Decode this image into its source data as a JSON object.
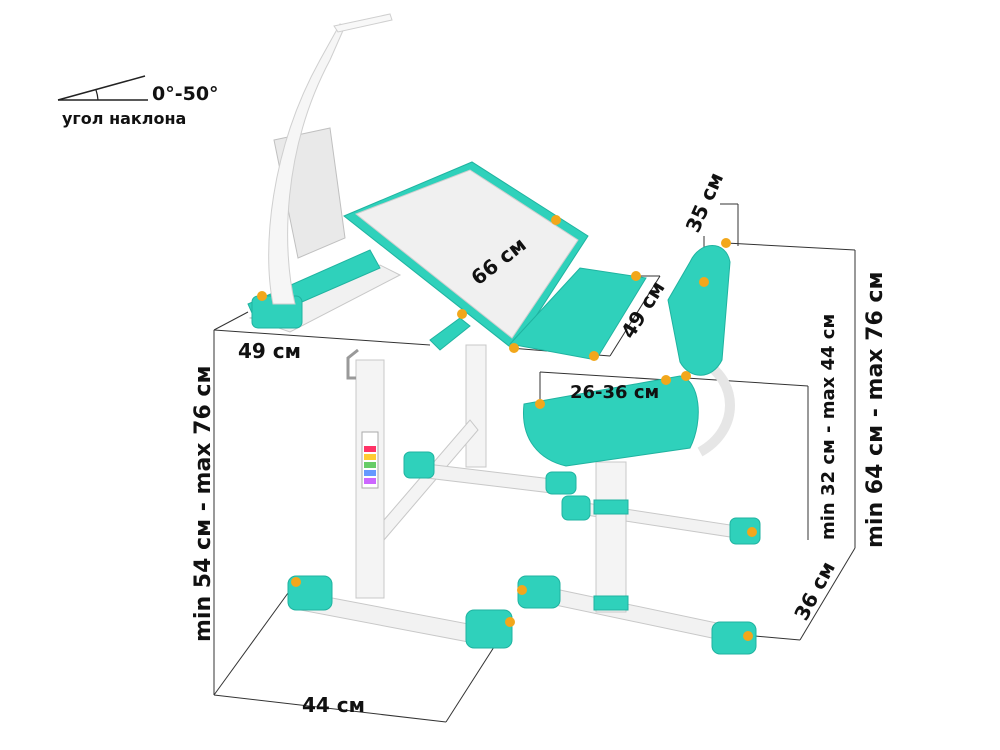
{
  "tilt": {
    "angle_label": "0°-50°",
    "caption": "угол наклона"
  },
  "desk": {
    "depth_top_label": "49 см",
    "top_width_label": "66 см",
    "shelf_label": "49 см",
    "height_label": "min 54 см - max 76 см",
    "base_width_label": "44 см"
  },
  "chair": {
    "back_width_label": "35 см",
    "seat_depth_label": "26-36 см",
    "seat_height_label": "min 32 см - max 44 см",
    "total_height_label": "min 64 см - max 76 см",
    "base_label": "36 см"
  },
  "colors": {
    "accent": "#2fd1bb",
    "accent_dark": "#1fb3a0",
    "frame": "#f2f2f2",
    "marker": "#f2a71b",
    "line": "#222222"
  }
}
